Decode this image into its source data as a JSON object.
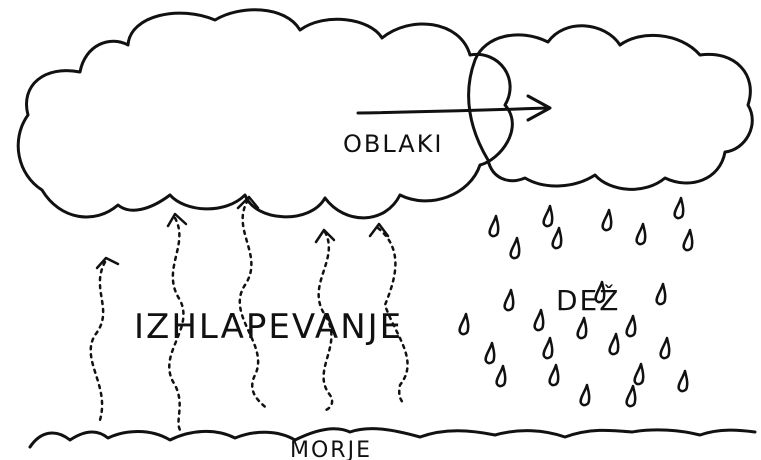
{
  "labels": {
    "clouds": "OBLAKI",
    "evaporation": "IZHLAPEVANJE",
    "rain": "DEŽ",
    "sea": "MORJE"
  },
  "colors": {
    "ink": "#111111",
    "paper": "#ffffff"
  }
}
